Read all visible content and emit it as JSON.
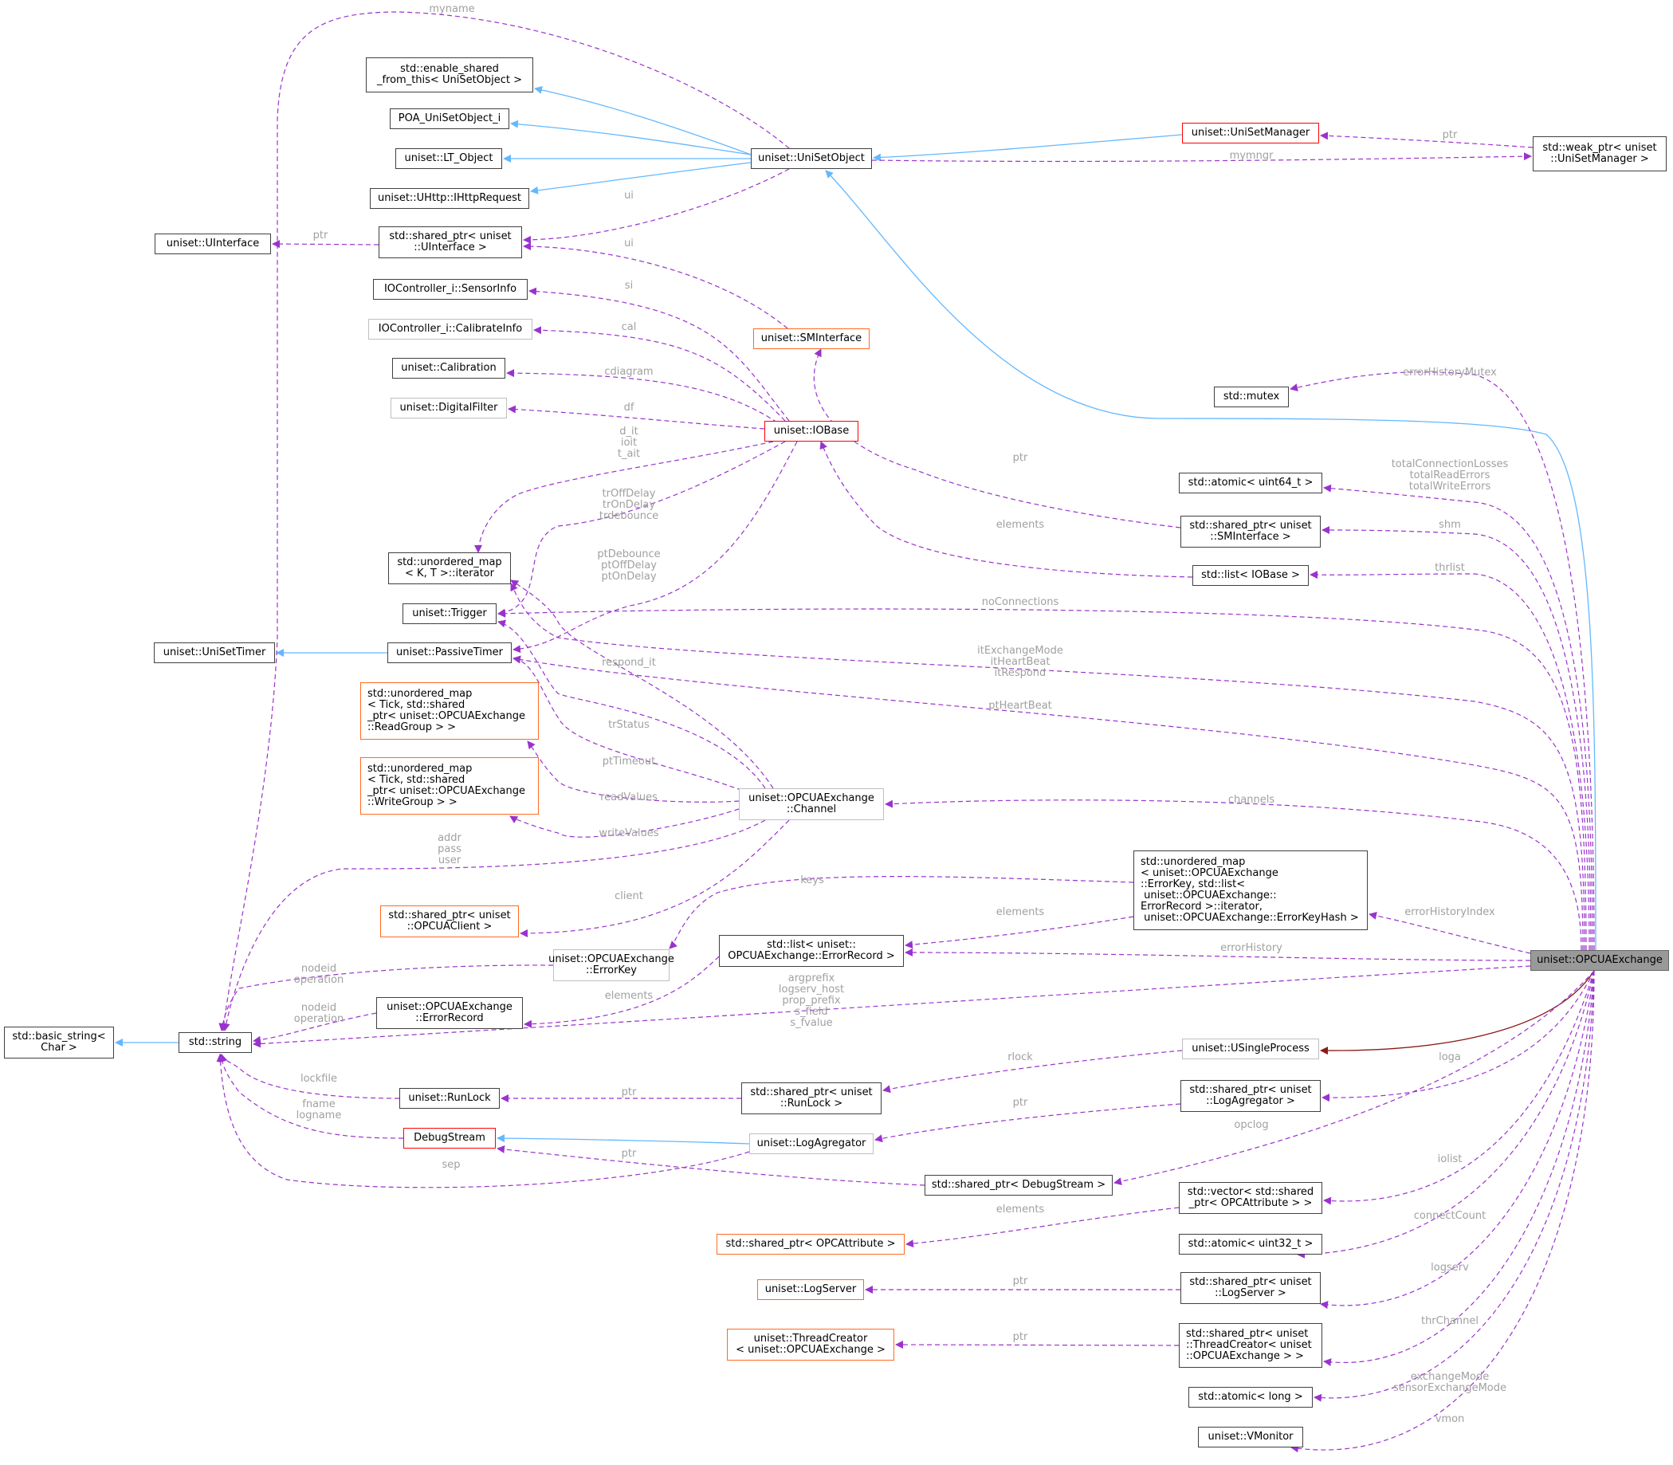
{
  "colors": {
    "inherit": "#63b8ff",
    "member": "#9a32cd",
    "private_inherit": "#8b1a1a",
    "label": "#a0a0a0"
  },
  "nodes": [
    {
      "id": "enable_shared",
      "label": "std::enable_shared\n_from_this< UniSetObject >",
      "style": "grey"
    },
    {
      "id": "poa",
      "label": "POA_UniSetObject_i",
      "style": "grey"
    },
    {
      "id": "lt_object",
      "label": "uniset::LT_Object",
      "style": "normal"
    },
    {
      "id": "ihttp",
      "label": "uniset::UHttp::IHttpRequest",
      "style": "normal"
    },
    {
      "id": "uinterface",
      "label": "uniset::UInterface",
      "style": "normal"
    },
    {
      "id": "sp_uinterface",
      "label": "std::shared_ptr< uniset\n::UInterface >",
      "style": "normal"
    },
    {
      "id": "sensorinfo",
      "label": "IOController_i::SensorInfo",
      "style": "normal"
    },
    {
      "id": "calibrateinfo",
      "label": "IOController_i::CalibrateInfo",
      "style": "grey"
    },
    {
      "id": "calibration",
      "label": "uniset::Calibration",
      "style": "normal"
    },
    {
      "id": "digitalfilter",
      "label": "uniset::DigitalFilter",
      "style": "grey"
    },
    {
      "id": "umap_iter",
      "label": "std::unordered_map\n< K, T >::iterator",
      "style": "normal"
    },
    {
      "id": "trigger",
      "label": "uniset::Trigger",
      "style": "normal"
    },
    {
      "id": "unisettimer",
      "label": "uniset::UniSetTimer",
      "style": "normal"
    },
    {
      "id": "passivetimer",
      "label": "uniset::PassiveTimer",
      "style": "normal"
    },
    {
      "id": "umap_read",
      "label": "std::unordered_map\n< Tick, std::shared\n_ptr< uniset::OPCUAExchange\n::ReadGroup > >",
      "style": "orange",
      "align": "left"
    },
    {
      "id": "umap_write",
      "label": "std::unordered_map\n< Tick, std::shared\n_ptr< uniset::OPCUAExchange\n::WriteGroup > >",
      "style": "orange",
      "align": "left"
    },
    {
      "id": "sp_opcuaclient",
      "label": "std::shared_ptr< uniset\n::OPCUAClient >",
      "style": "orange"
    },
    {
      "id": "errorkey",
      "label": "uniset::OPCUAExchange\n::ErrorKey",
      "style": "grey"
    },
    {
      "id": "errorrecord",
      "label": "uniset::OPCUAExchange\n::ErrorRecord",
      "style": "normal"
    },
    {
      "id": "basic_string",
      "label": "std::basic_string<\nChar >",
      "style": "normal"
    },
    {
      "id": "string",
      "label": "std::string",
      "style": "normal"
    },
    {
      "id": "runlock",
      "label": "uniset::RunLock",
      "style": "normal"
    },
    {
      "id": "debugstream",
      "label": "DebugStream",
      "style": "red"
    },
    {
      "id": "sp_opcattr",
      "label": "std::shared_ptr< OPCAttribute >",
      "style": "orange"
    },
    {
      "id": "logserver",
      "label": "uniset::LogServer",
      "style": "orange"
    },
    {
      "id": "threadcreator",
      "label": "uniset::ThreadCreator\n< uniset::OPCUAExchange >",
      "style": "orange"
    },
    {
      "id": "unisetobject",
      "label": "uniset::UniSetObject",
      "style": "normal"
    },
    {
      "id": "sminterface",
      "label": "uniset::SMInterface",
      "style": "orange"
    },
    {
      "id": "iobase",
      "label": "uniset::IOBase",
      "style": "red"
    },
    {
      "id": "channel",
      "label": "uniset::OPCUAExchange\n::Channel",
      "style": "grey"
    },
    {
      "id": "list_errorrecord",
      "label": "std::list< uniset::\nOPCUAExchange::ErrorRecord >",
      "style": "normal"
    },
    {
      "id": "sp_runlock",
      "label": "std::shared_ptr< uniset\n::RunLock >",
      "style": "normal"
    },
    {
      "id": "logagregator",
      "label": "uniset::LogAgregator",
      "style": "grey"
    },
    {
      "id": "sp_debugstream",
      "label": "std::shared_ptr< DebugStream >",
      "style": "normal"
    },
    {
      "id": "unisetmanager",
      "label": "uniset::UniSetManager",
      "style": "red"
    },
    {
      "id": "weak_manager",
      "label": "std::weak_ptr< uniset\n::UniSetManager >",
      "style": "normal"
    },
    {
      "id": "mutex",
      "label": "std::mutex",
      "style": "normal"
    },
    {
      "id": "atomic_u64",
      "label": "std::atomic< uint64_t >",
      "style": "normal"
    },
    {
      "id": "sp_sminterface",
      "label": "std::shared_ptr< uniset\n::SMInterface >",
      "style": "normal"
    },
    {
      "id": "list_iobase",
      "label": "std::list< IOBase >",
      "style": "normal"
    },
    {
      "id": "umap_errorkey",
      "label": "std::unordered_map\n< uniset::OPCUAExchange\n::ErrorKey, std::list<\n uniset::OPCUAExchange::\nErrorRecord >::iterator,\n uniset::OPCUAExchange::ErrorKeyHash >",
      "style": "normal",
      "align": "left"
    },
    {
      "id": "usingleprocess",
      "label": "uniset::USingleProcess",
      "style": "grey"
    },
    {
      "id": "sp_logagregator",
      "label": "std::shared_ptr< uniset\n::LogAgregator >",
      "style": "normal"
    },
    {
      "id": "vector_opcattr",
      "label": "std::vector< std::shared\n_ptr< OPCAttribute > >",
      "style": "normal"
    },
    {
      "id": "atomic_u32",
      "label": "std::atomic< uint32_t >",
      "style": "normal"
    },
    {
      "id": "sp_logserver",
      "label": "std::shared_ptr< uniset\n::LogServer >",
      "style": "normal"
    },
    {
      "id": "sp_threadcreator",
      "label": "std::shared_ptr< uniset\n::ThreadCreator< uniset\n::OPCUAExchange > >",
      "style": "normal",
      "align": "left"
    },
    {
      "id": "atomic_long",
      "label": "std::atomic< long >",
      "style": "normal"
    },
    {
      "id": "vmonitor",
      "label": "uniset::VMonitor",
      "style": "normal"
    },
    {
      "id": "opcuaexchange",
      "label": "uniset::OPCUAExchange",
      "style": "main"
    }
  ],
  "edge_labels": [
    {
      "id": "myname",
      "text": "myname"
    },
    {
      "id": "ptr_uinterface",
      "text": "ptr"
    },
    {
      "id": "ui1",
      "text": "ui"
    },
    {
      "id": "ui2",
      "text": "ui"
    },
    {
      "id": "si",
      "text": "si"
    },
    {
      "id": "cal",
      "text": "cal"
    },
    {
      "id": "cdiagram",
      "text": "cdiagram"
    },
    {
      "id": "df",
      "text": "df"
    },
    {
      "id": "d_it",
      "text": "d_it\nioit\nt_ait"
    },
    {
      "id": "troff",
      "text": "trOffDelay\ntrOnDelay\ntrdebounce"
    },
    {
      "id": "ptdeb",
      "text": "ptDebounce\nptOffDelay\nptOnDelay"
    },
    {
      "id": "respond_it",
      "text": "respond_it"
    },
    {
      "id": "trstatus",
      "text": "trStatus"
    },
    {
      "id": "pttimeout",
      "text": "ptTimeout"
    },
    {
      "id": "readvalues",
      "text": "readValues"
    },
    {
      "id": "writevalues",
      "text": "writeValues"
    },
    {
      "id": "addr",
      "text": "addr\npass\nuser"
    },
    {
      "id": "client",
      "text": "client"
    },
    {
      "id": "keys",
      "text": "keys"
    },
    {
      "id": "nodeid1",
      "text": "nodeid\noperation"
    },
    {
      "id": "nodeid2",
      "text": "nodeid\noperation"
    },
    {
      "id": "elements_err",
      "text": "elements"
    },
    {
      "id": "elements_list",
      "text": "elements"
    },
    {
      "id": "lockfile",
      "text": "lockfile"
    },
    {
      "id": "fname",
      "text": "fname\nlogname"
    },
    {
      "id": "sep",
      "text": "sep"
    },
    {
      "id": "ptr_runlock",
      "text": "ptr"
    },
    {
      "id": "ptr_debug",
      "text": "ptr"
    },
    {
      "id": "ptr_logagg",
      "text": "ptr"
    },
    {
      "id": "elements_opc",
      "text": "elements"
    },
    {
      "id": "ptr_logserver",
      "text": "ptr"
    },
    {
      "id": "ptr_thread",
      "text": "ptr"
    },
    {
      "id": "ptr_manager",
      "text": "ptr"
    },
    {
      "id": "mymngr",
      "text": "mymngr"
    },
    {
      "id": "ptr_smi",
      "text": "ptr"
    },
    {
      "id": "elements_io",
      "text": "elements"
    },
    {
      "id": "noconnections",
      "text": "noConnections"
    },
    {
      "id": "itexchange",
      "text": "itExchangeMode\nitHeartBeat\nitRespond"
    },
    {
      "id": "ptheartbeat",
      "text": "ptHeartBeat"
    },
    {
      "id": "channels",
      "text": "channels"
    },
    {
      "id": "errorhistory",
      "text": "errorHistory"
    },
    {
      "id": "argprefix",
      "text": "argprefix\nlogserv_host\nprop_prefix\ns_field\ns_fvalue"
    },
    {
      "id": "rlock",
      "text": "rlock"
    },
    {
      "id": "errorhistorymutex",
      "text": "errorHistoryMutex"
    },
    {
      "id": "totalconn",
      "text": "totalConnectionLosses\ntotalReadErrors\ntotalWriteErrors"
    },
    {
      "id": "shm",
      "text": "shm"
    },
    {
      "id": "thrlist",
      "text": "thrlist"
    },
    {
      "id": "errorhistoryindex",
      "text": "errorHistoryIndex"
    },
    {
      "id": "loga",
      "text": "loga"
    },
    {
      "id": "opclog",
      "text": "opclog"
    },
    {
      "id": "iolist",
      "text": "iolist"
    },
    {
      "id": "connectcount",
      "text": "connectCount"
    },
    {
      "id": "logserv",
      "text": "logserv"
    },
    {
      "id": "thrchannel",
      "text": "thrChannel"
    },
    {
      "id": "exchangemode",
      "text": "exchangeMode\nsensorExchangeMode"
    },
    {
      "id": "vmon",
      "text": "vmon"
    }
  ]
}
